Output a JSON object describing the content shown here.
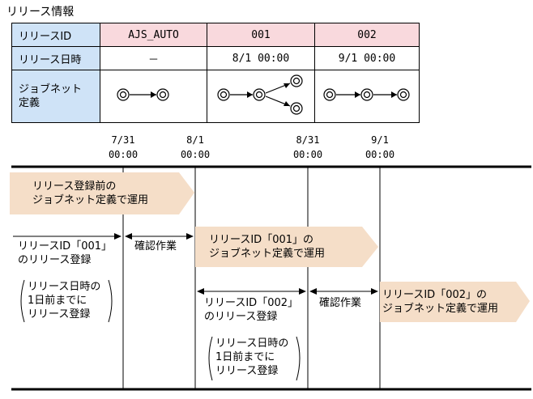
{
  "title": "リリース情報",
  "table": {
    "row_headers": [
      "リリースID",
      "リリース日時",
      "ジョブネット\n定義"
    ],
    "columns": [
      {
        "id": "AJS_AUTO",
        "datetime": "－"
      },
      {
        "id": "001",
        "datetime": "8/1 00:00"
      },
      {
        "id": "002",
        "datetime": "9/1 00:00"
      }
    ]
  },
  "timeline": {
    "ticks": [
      {
        "date": "7/31",
        "time": "00:00"
      },
      {
        "date": "8/1",
        "time": "00:00"
      },
      {
        "date": "8/31",
        "time": "00:00"
      },
      {
        "date": "9/1",
        "time": "00:00"
      }
    ],
    "arrow_before_release": "リリース登録前の\nジョブネット定義で運用",
    "release_001_register": "リリースID「001」\nのリリース登録",
    "note_001": "リリース日時の\n1日前までに\nリリース登録",
    "confirm_work_1": "確認作業",
    "arrow_001_use": "リリースID「001」の\nジョブネット定義で運用",
    "release_002_register": "リリースID「002」\nのリリース登録",
    "note_002": "リリース日時の\n1日前までに\nリリース登録",
    "confirm_work_2": "確認作業",
    "arrow_002_use": "リリースID「002」の\nジョブネット定義で運用"
  },
  "colors": {
    "header_bg": "#cfe3f7",
    "id_bg": "#f9d9dd",
    "arrow_fill": "#f5dec8"
  }
}
